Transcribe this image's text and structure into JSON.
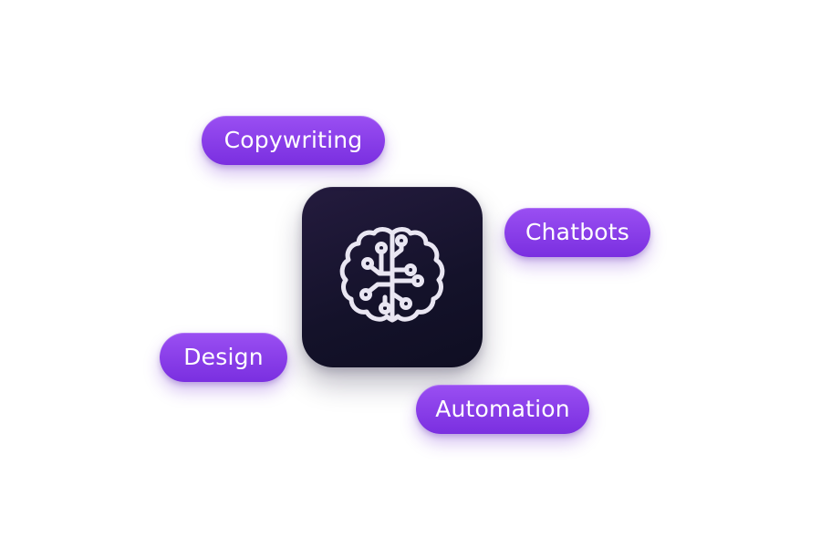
{
  "app_icon": {
    "icon": "brain-circuit-icon",
    "tile_color": "#17132e",
    "glyph_color": "#e9e6f2"
  },
  "tags": {
    "copywriting": "Copywriting",
    "chatbots": "Chatbots",
    "design": "Design",
    "automation": "Automation"
  },
  "colors": {
    "pill_top": "#9a4ff2",
    "pill_bottom": "#7a2fe0",
    "pill_text": "#ffffff",
    "background": "#ffffff"
  }
}
